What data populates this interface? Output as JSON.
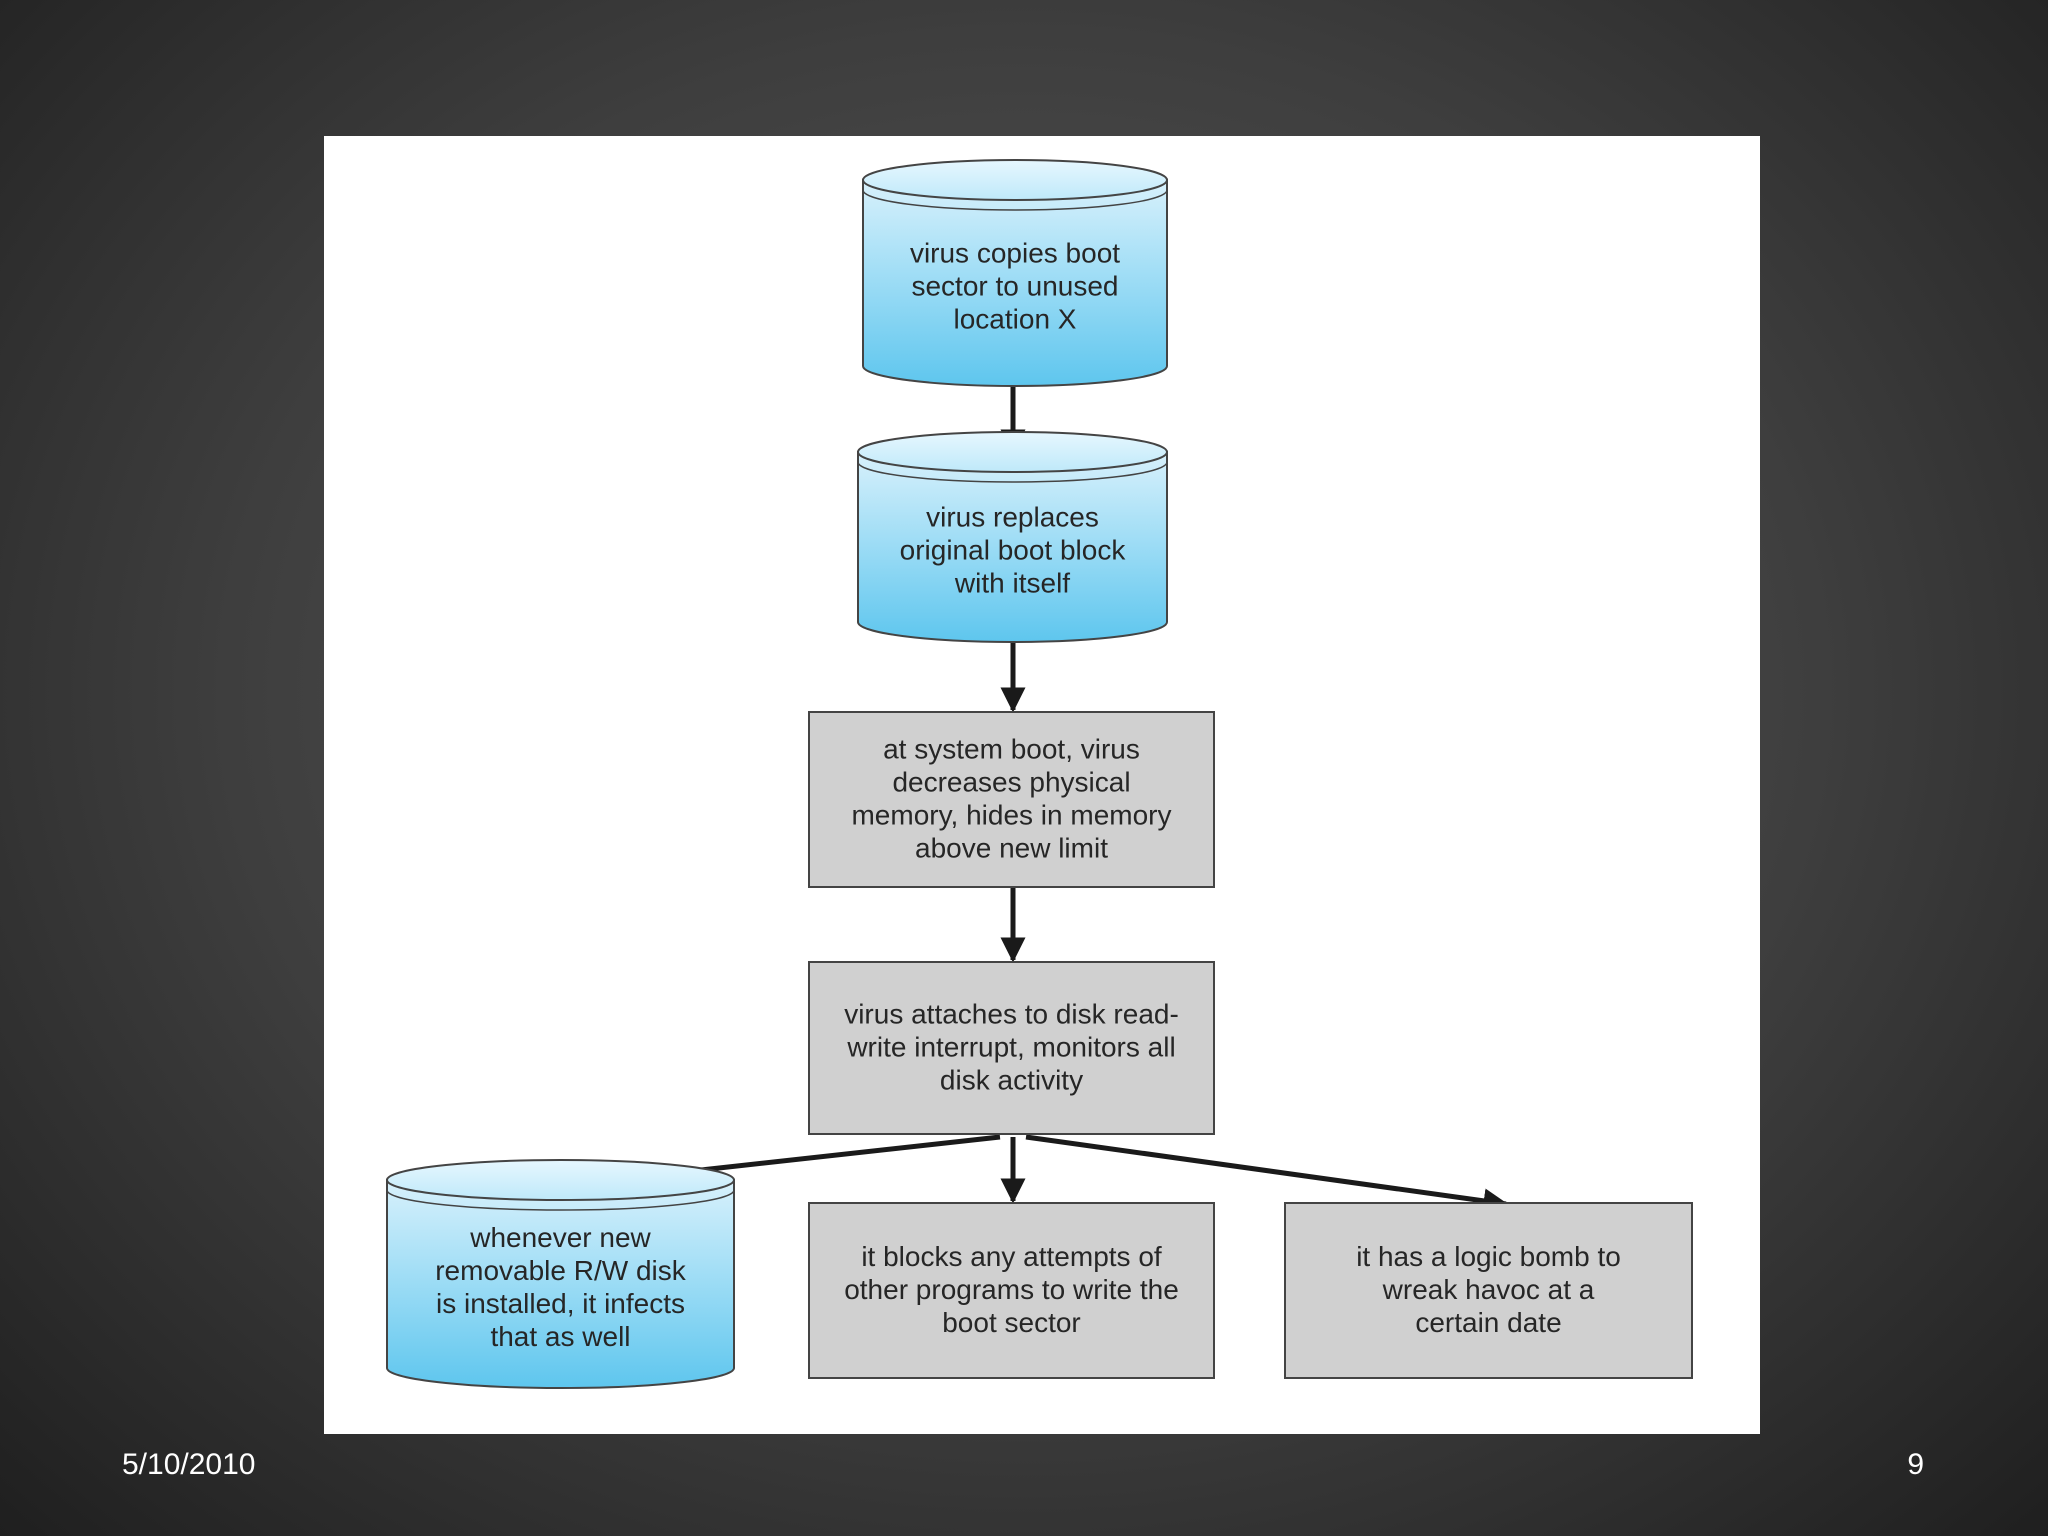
{
  "slide": {
    "date": "5/10/2010",
    "page_number": "9"
  },
  "nodes": [
    {
      "id": "copy-boot-sector",
      "shape": "cylinder",
      "lines": [
        "virus copies boot",
        "sector to unused",
        "location X"
      ]
    },
    {
      "id": "replace-boot-block",
      "shape": "cylinder",
      "lines": [
        "virus replaces",
        "original boot block",
        "with itself"
      ]
    },
    {
      "id": "decrease-memory",
      "shape": "box",
      "lines": [
        "at system boot, virus",
        "decreases physical",
        "memory, hides in memory",
        "above new limit"
      ]
    },
    {
      "id": "attach-interrupt",
      "shape": "box",
      "lines": [
        "virus attaches to disk read-",
        "write interrupt, monitors all",
        "disk activity"
      ]
    },
    {
      "id": "infect-removable",
      "shape": "cylinder",
      "lines": [
        "whenever new",
        "removable R/W disk",
        "is installed, it infects",
        "that as well"
      ]
    },
    {
      "id": "block-writes",
      "shape": "box",
      "lines": [
        "it blocks any attempts of",
        "other programs to write the",
        "boot sector"
      ]
    },
    {
      "id": "logic-bomb",
      "shape": "box",
      "lines": [
        "it has a logic bomb to",
        "wreak havoc at a",
        "certain date"
      ]
    }
  ],
  "edges": [
    {
      "from": "copy-boot-sector",
      "to": "replace-boot-block"
    },
    {
      "from": "replace-boot-block",
      "to": "decrease-memory"
    },
    {
      "from": "decrease-memory",
      "to": "attach-interrupt"
    },
    {
      "from": "attach-interrupt",
      "to": "infect-removable"
    },
    {
      "from": "attach-interrupt",
      "to": "block-writes"
    },
    {
      "from": "attach-interrupt",
      "to": "logic-bomb"
    }
  ],
  "colors": {
    "cylinder_top": "#d8f1fc",
    "cylinder_bottom": "#5ec6ee",
    "box_fill": "#d0d0d0",
    "outline": "#444444",
    "arrow": "#1a1a1a",
    "panel": "#ffffff"
  }
}
